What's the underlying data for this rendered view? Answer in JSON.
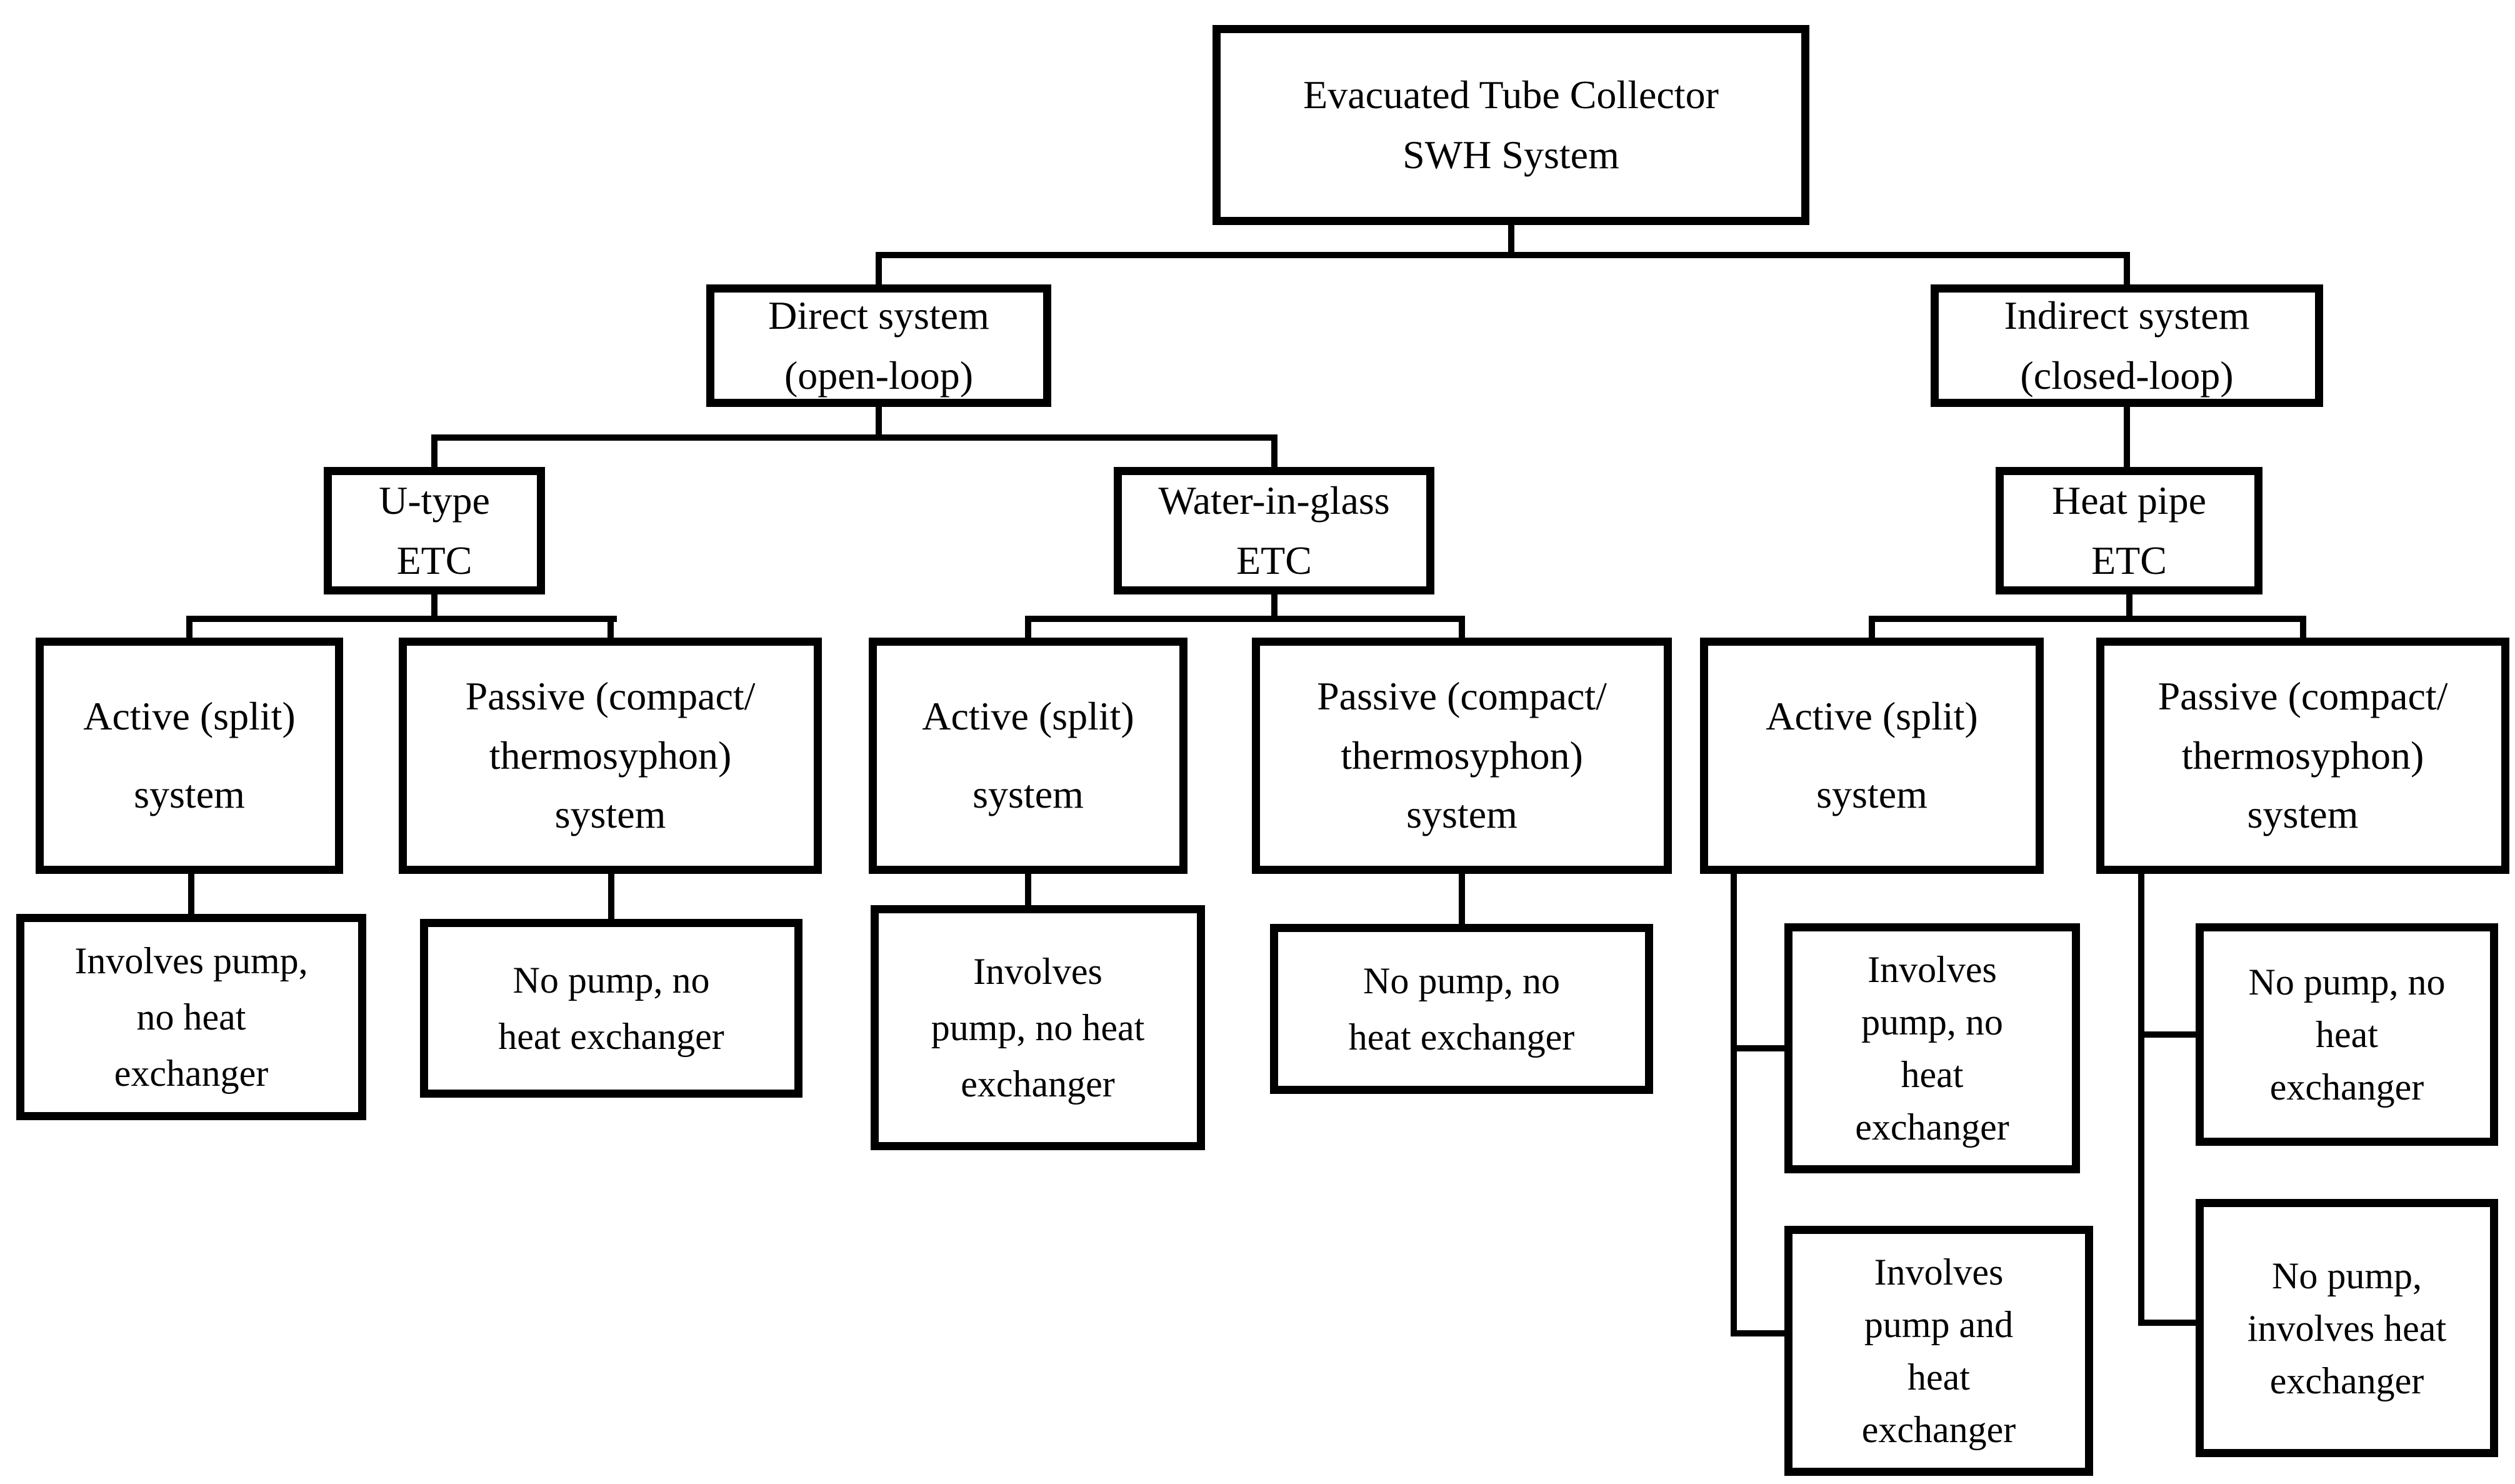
{
  "diagram": {
    "title": "Evacuated Tube Collector SWH System classification flowchart",
    "colors": {
      "line": "#000000",
      "background": "#ffffff",
      "text": "#000000"
    },
    "nodes": {
      "root": {
        "lines": [
          "Evacuated Tube Collector",
          "SWH System"
        ]
      },
      "direct": {
        "lines": [
          "Direct system",
          "(open-loop)"
        ]
      },
      "indirect": {
        "lines": [
          "Indirect system",
          "(closed-loop)"
        ]
      },
      "utype": {
        "lines": [
          "U-type",
          "ETC"
        ]
      },
      "wig": {
        "lines": [
          "Water-in-glass",
          "ETC"
        ]
      },
      "heatpipe": {
        "lines": [
          "Heat pipe",
          "ETC"
        ]
      },
      "active_utype": {
        "lines": [
          "Active (split)",
          "system"
        ]
      },
      "passive_utype": {
        "lines": [
          "Passive (compact/",
          "thermosyphon)",
          "system"
        ]
      },
      "active_wig": {
        "lines": [
          "Active (split)",
          "system"
        ]
      },
      "passive_wig": {
        "lines": [
          "Passive (compact/",
          "thermosyphon)",
          "system"
        ]
      },
      "active_heatpipe": {
        "lines": [
          "Active (split)",
          "system"
        ]
      },
      "passive_heatpipe": {
        "lines": [
          "Passive (compact/",
          "thermosyphon)",
          "system"
        ]
      },
      "leaf_utype_active": {
        "lines": [
          "Involves pump,",
          "no heat",
          "exchanger"
        ]
      },
      "leaf_utype_passive": {
        "lines": [
          "No pump, no",
          "heat exchanger"
        ]
      },
      "leaf_wig_active": {
        "lines": [
          "Involves",
          "pump, no heat",
          "exchanger"
        ]
      },
      "leaf_wig_passive": {
        "lines": [
          "No pump, no",
          "heat exchanger"
        ]
      },
      "leaf_hp_active_1": {
        "lines": [
          "Involves",
          "pump, no",
          "heat",
          "exchanger"
        ]
      },
      "leaf_hp_active_2": {
        "lines": [
          "Involves",
          "pump and",
          "heat",
          "exchanger"
        ]
      },
      "leaf_hp_passive_1": {
        "lines": [
          "No pump, no",
          "heat",
          "exchanger"
        ]
      },
      "leaf_hp_passive_2": {
        "lines": [
          "No pump,",
          "involves heat",
          "exchanger"
        ]
      }
    },
    "edges": [
      [
        "root",
        "direct"
      ],
      [
        "root",
        "indirect"
      ],
      [
        "direct",
        "utype"
      ],
      [
        "direct",
        "wig"
      ],
      [
        "indirect",
        "heatpipe"
      ],
      [
        "utype",
        "active_utype"
      ],
      [
        "utype",
        "passive_utype"
      ],
      [
        "wig",
        "active_wig"
      ],
      [
        "wig",
        "passive_wig"
      ],
      [
        "heatpipe",
        "active_heatpipe"
      ],
      [
        "heatpipe",
        "passive_heatpipe"
      ],
      [
        "active_utype",
        "leaf_utype_active"
      ],
      [
        "passive_utype",
        "leaf_utype_passive"
      ],
      [
        "active_wig",
        "leaf_wig_active"
      ],
      [
        "passive_wig",
        "leaf_wig_passive"
      ],
      [
        "active_heatpipe",
        "leaf_hp_active_1"
      ],
      [
        "active_heatpipe",
        "leaf_hp_active_2"
      ],
      [
        "passive_heatpipe",
        "leaf_hp_passive_1"
      ],
      [
        "passive_heatpipe",
        "leaf_hp_passive_2"
      ]
    ]
  }
}
